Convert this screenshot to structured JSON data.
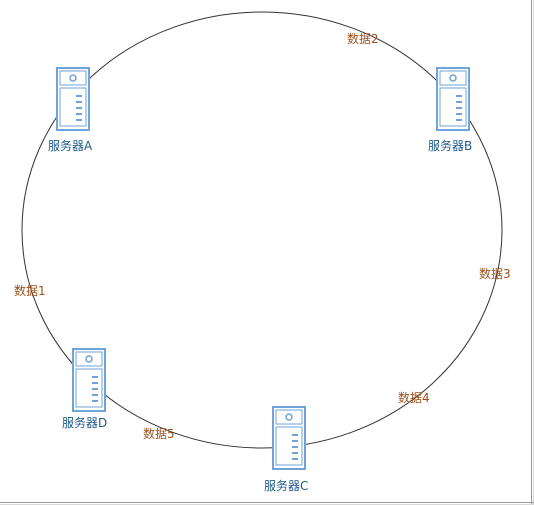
{
  "diagram": {
    "servers": [
      {
        "id": "A",
        "label": "服务器A"
      },
      {
        "id": "B",
        "label": "服务器B"
      },
      {
        "id": "C",
        "label": "服务器C"
      },
      {
        "id": "D",
        "label": "服务器D"
      }
    ],
    "data_items": [
      {
        "label": "数据1"
      },
      {
        "label": "数据2"
      },
      {
        "label": "数据3"
      },
      {
        "label": "数据4"
      },
      {
        "label": "数据5"
      }
    ],
    "colors": {
      "ring": "#333333",
      "server_stroke": "#6fa3d9",
      "server_label": "#1f5a8a",
      "data_label": "#a0521e"
    },
    "icon": "server-icon"
  }
}
